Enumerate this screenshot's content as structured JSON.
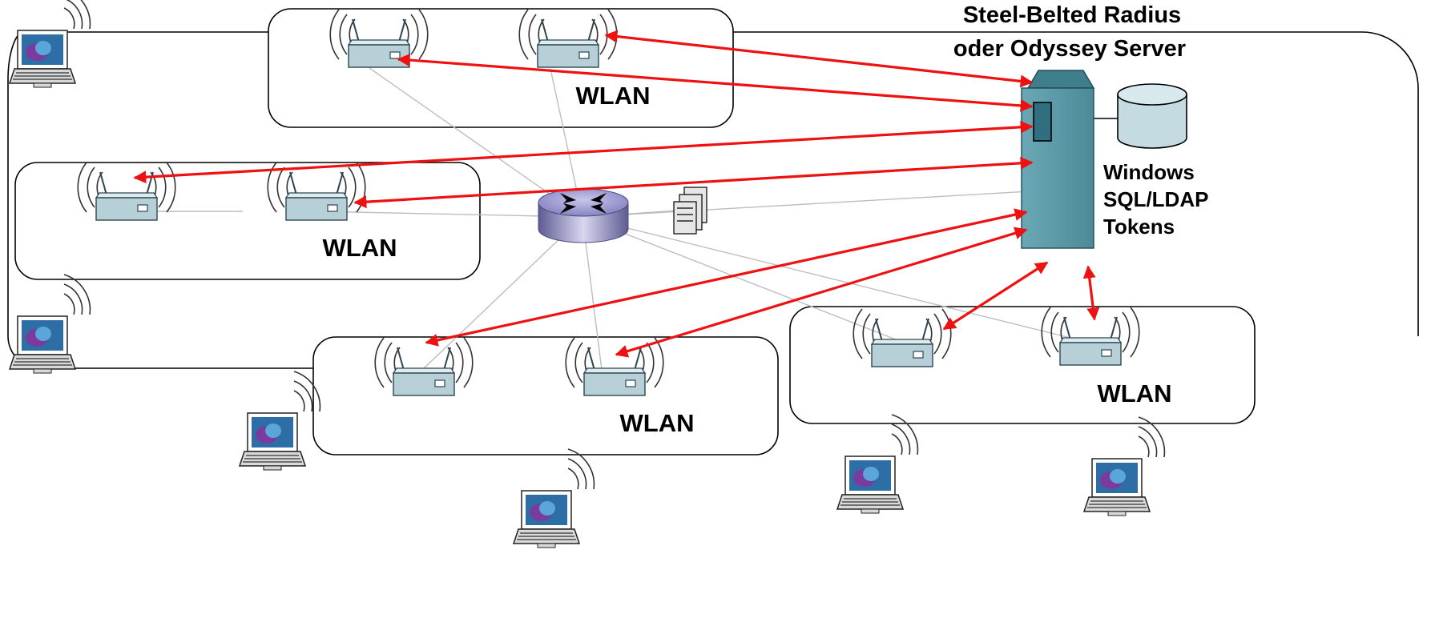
{
  "diagram": {
    "server_title_line1": "Steel-Belted Radius",
    "server_title_line2": "oder Odyssey Server",
    "server_services": [
      "Windows",
      "SQL/LDAP",
      "Tokens"
    ],
    "wlan_labels": [
      "WLAN",
      "WLAN",
      "WLAN",
      "WLAN"
    ],
    "colors": {
      "auth_arrow": "#ee1111",
      "server_tower": "#5b9aa8",
      "access_point": "#b7cfd6",
      "database": "#c4dbe1",
      "router": "#9b98c9"
    }
  }
}
